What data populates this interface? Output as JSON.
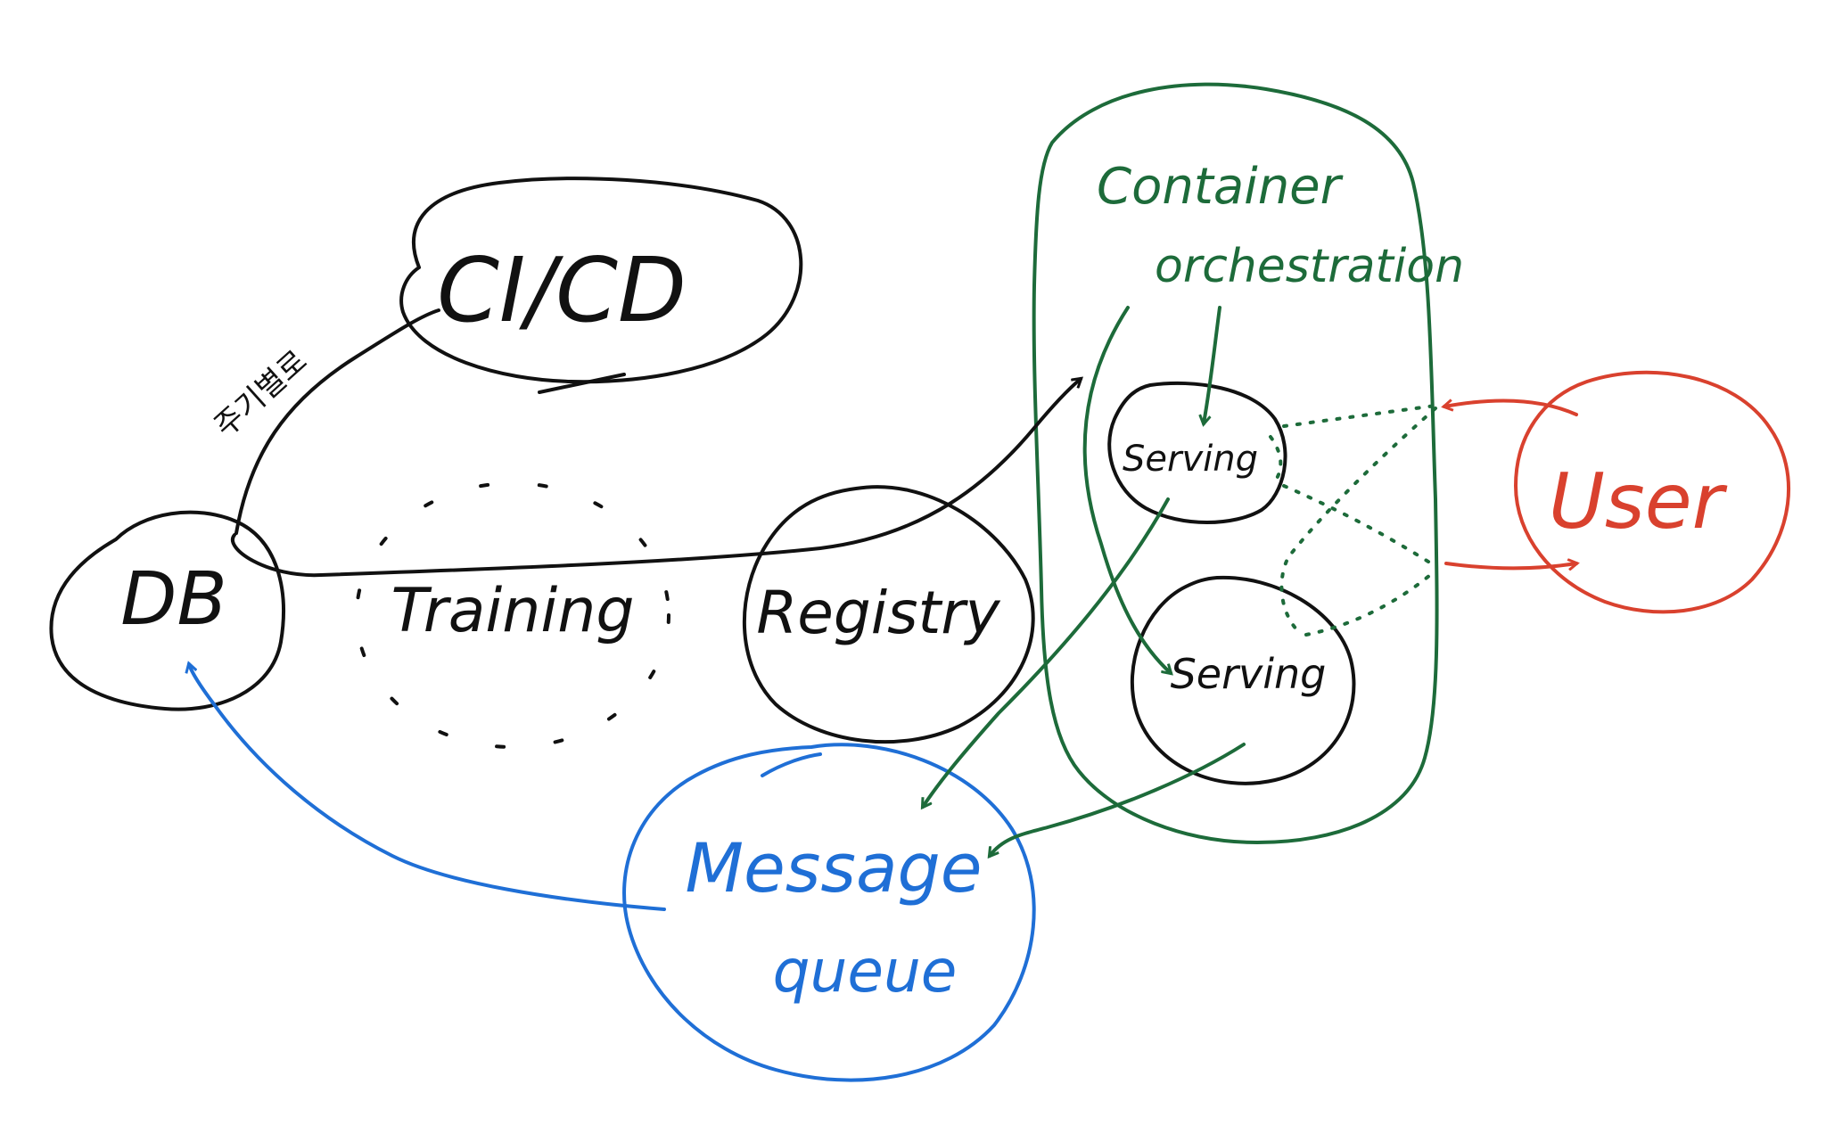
{
  "colors": {
    "ink": "#111111",
    "green": "#1d6b3a",
    "red": "#d9412e",
    "blue": "#1f6fd6"
  },
  "nodes": {
    "ci_cd": "CI/CD",
    "db": "DB",
    "training": "Training",
    "registry": "Registry",
    "container_line1": "Container",
    "container_line2": "orchestration",
    "serving_top": "Serving",
    "serving_bottom": "Serving",
    "user": "User",
    "mq_line1": "Message",
    "mq_line2": "queue"
  },
  "edge_labels": {
    "db_to_cicd": "주기별로"
  }
}
